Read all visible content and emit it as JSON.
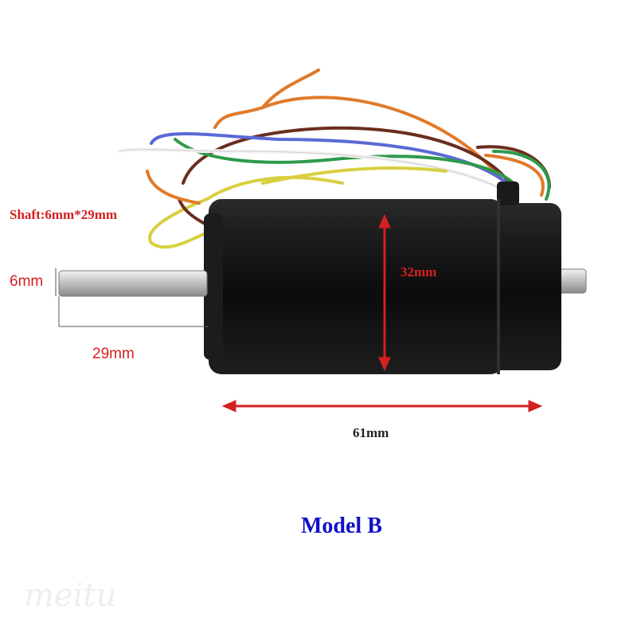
{
  "labels": {
    "shaft": "Shaft:6mm*29mm",
    "diameter_shaft": "6mm",
    "shaft_length": "29mm",
    "body_diameter": "32mm",
    "body_length": "61mm",
    "model": "Model B",
    "watermark": "meitu"
  },
  "colors": {
    "annotation_red": "#d42020",
    "model_blue": "#1010c8",
    "motor_body": "#141414",
    "wire_orange": "#e07a2a",
    "wire_brown": "#6a2e1e",
    "wire_blue": "#5a6ad6",
    "wire_green": "#2e9a4a",
    "wire_yellow": "#d8d040",
    "wire_white": "#f4f4f4"
  }
}
